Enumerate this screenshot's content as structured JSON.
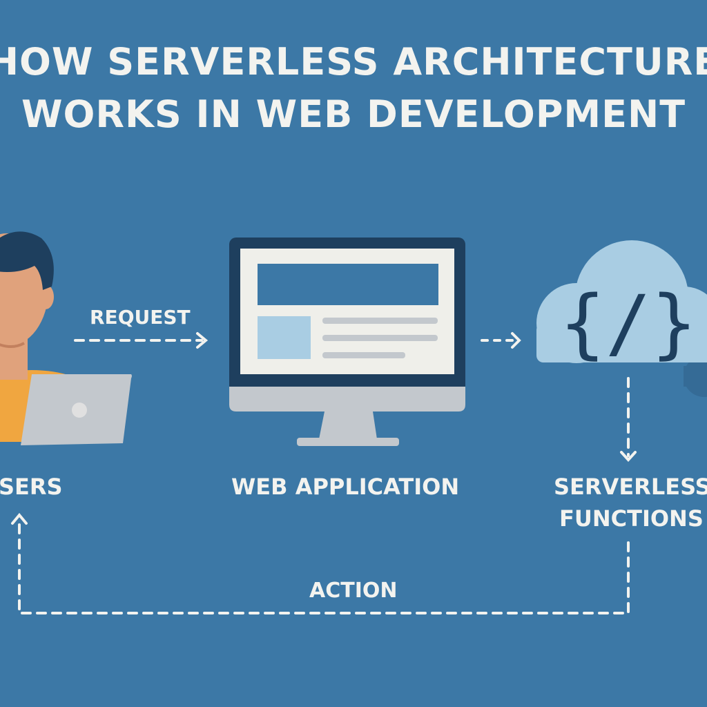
{
  "title": {
    "line1": "HOW SERVERLESS ARCHITECTURE",
    "line2": "WORKS IN WEB DEVELOPMENT"
  },
  "labels": {
    "request": "REQUEST",
    "users": "USERS",
    "web_application": "WEB APPLICATION",
    "serverless_line1": "SERVERLESS",
    "serverless_line2": "FUNCTIONS",
    "action": "ACTION"
  },
  "code_symbol": "{/}",
  "colors": {
    "background": "#3c78a6",
    "text": "#f3f3ef",
    "dark": "#1e3f5e",
    "cloud": "#a9cde3",
    "shirt": "#f0a640",
    "skin": "#e0a27c",
    "laptop": "#c3c8cd"
  }
}
